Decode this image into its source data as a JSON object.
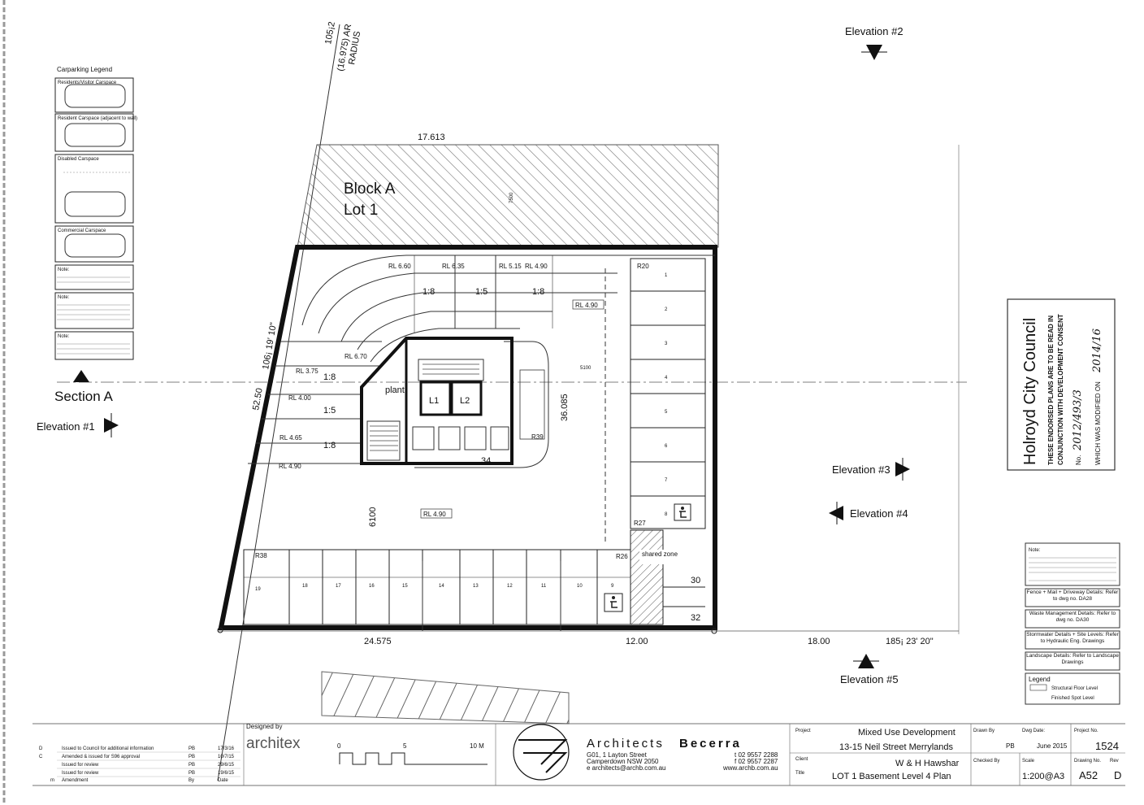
{
  "block": {
    "title": "Block A",
    "lot": "Lot 1"
  },
  "dimensions": {
    "top": "17.613",
    "bottom_left": "24.575",
    "bottom_mid": "12.00",
    "bottom_right": "18.00",
    "bearing_bottom": "185¡ 23' 20\"",
    "bearing_left": "106¡ 19' 10\"",
    "left_side": "52.50",
    "arc_top": "105¡2",
    "arc_value": "(16.975) AR",
    "arc_radius": "RADIUS",
    "inner_vertical": "36.085",
    "d6100": "6100",
    "d7500": "7500",
    "d34": "34"
  },
  "levels": {
    "rl_center": "RL 4.90",
    "rl_upper": "RL 4.90",
    "rl_660": "RL 6.60",
    "rl_635": "RL 6.35",
    "rl_515": "RL 5.15",
    "rl_490b": "RL 4.90",
    "rl_670": "RL 6.70",
    "rl_375": "RL 3.75",
    "rl_400": "RL 4.00",
    "rl_465": "RL 4.65",
    "rl_490c": "RL 4.90"
  },
  "ramps": {
    "r1": "1:8",
    "r2": "1:5",
    "r3": "1:8",
    "r4": "1:8",
    "r5": "1:5",
    "r6": "1:8"
  },
  "core": {
    "plant": "plant",
    "lift1": "L1",
    "lift2": "L2"
  },
  "spaces": {
    "r20": "R20",
    "r27": "R27",
    "r38": "R38",
    "r39": "R39",
    "r26": "R26",
    "shared": "shared zone",
    "s30": "30",
    "s32": "32",
    "bottom_row": [
      "19",
      "18",
      "17",
      "16",
      "15",
      "14",
      "13",
      "12",
      "11",
      "10",
      "9"
    ],
    "right_col": [
      "1",
      "2",
      "3",
      "4",
      "5",
      "6",
      "7",
      "8"
    ]
  },
  "labels": {
    "section_a": "Section A",
    "elev1": "Elevation #1",
    "elev2": "Elevation #2",
    "elev3": "Elevation #3",
    "elev4": "Elevation #4",
    "elev5": "Elevation #5"
  },
  "legend": {
    "title": "Carparking Legend",
    "items": [
      "Residents/Visitor Carspace",
      "Resident Carspace (adjacent to wall)",
      "Disabled Carspace",
      "Commercial Carspace",
      "Note:",
      "Note:",
      "Note:"
    ]
  },
  "stamp": {
    "council": "Holroyd City Council",
    "line1": "THESE ENDORSED PLANS ARE TO BE READ IN",
    "line2": "CONJUNCTION WITH DEVELOPMENT CONSENT",
    "no_label": "No.",
    "no_value": "2012/493/3",
    "mod_label": "WHICH WAS MODIFIED ON",
    "mod_value": "2014/16"
  },
  "notes": {
    "title": "Note:",
    "items": [
      "Fence + Mail + Driveway Details: Refer to dwg no. DA28",
      "Waste Management Details: Refer to dwg no. DA30",
      "Stormwater Details + Site Levels: Refer to Hydraulic Eng. Drawings",
      "Landscape Details: Refer to Landscape Drawings"
    ],
    "legend_title": "Legend",
    "legend_items": [
      "Structural Floor Level",
      "Finished Spot Level"
    ]
  },
  "revisions": [
    {
      "rev": "D",
      "desc": "Issued to Council for additional information",
      "by": "PB",
      "date": "17/3/16"
    },
    {
      "rev": "C",
      "desc": "Amended & issued for S96 approval",
      "by": "PB",
      "date": "10/7/15"
    },
    {
      "rev": "",
      "desc": "Issued for review",
      "by": "PB",
      "date": "29/6/15"
    },
    {
      "rev": "",
      "desc": "Issued for review",
      "by": "PB",
      "date": "19/6/15"
    },
    {
      "rev": "m",
      "desc": "Amendment",
      "by": "By",
      "date": "Date"
    }
  ],
  "title_block": {
    "designed_by": "Designed by",
    "designer": "architex",
    "scale_0": "0",
    "scale_5": "5",
    "scale_10": "10 M",
    "firm_a": "Architects",
    "firm_b": "Becerra",
    "address1": "G01, 1 Layton Street",
    "address2": "Camperdown NSW 2050",
    "email": "e architects@archb.com.au",
    "phone1": "t 02 9557 2288",
    "phone2": "f 02 9557 2287",
    "web": "www.archb.com.au",
    "project_label": "Project",
    "project1": "Mixed Use Development",
    "project2": "13-15 Neil Street Merrylands",
    "client_label": "Client",
    "client": "W & H Hawshar",
    "title_label": "Title",
    "title": "LOT 1 Basement Level 4 Plan",
    "drawn_label": "Drawn By",
    "drawn": "PB",
    "date_label": "Dwg Date:",
    "date": "June 2015",
    "projno_label": "Project No.",
    "projno": "1524",
    "checked_label": "Checked By",
    "scale_label": "Scale",
    "scale": "1:200@A3",
    "dwgno_label": "Drawing No.",
    "rev_label": "Rev",
    "dwgno": "A52",
    "rev": "D"
  }
}
